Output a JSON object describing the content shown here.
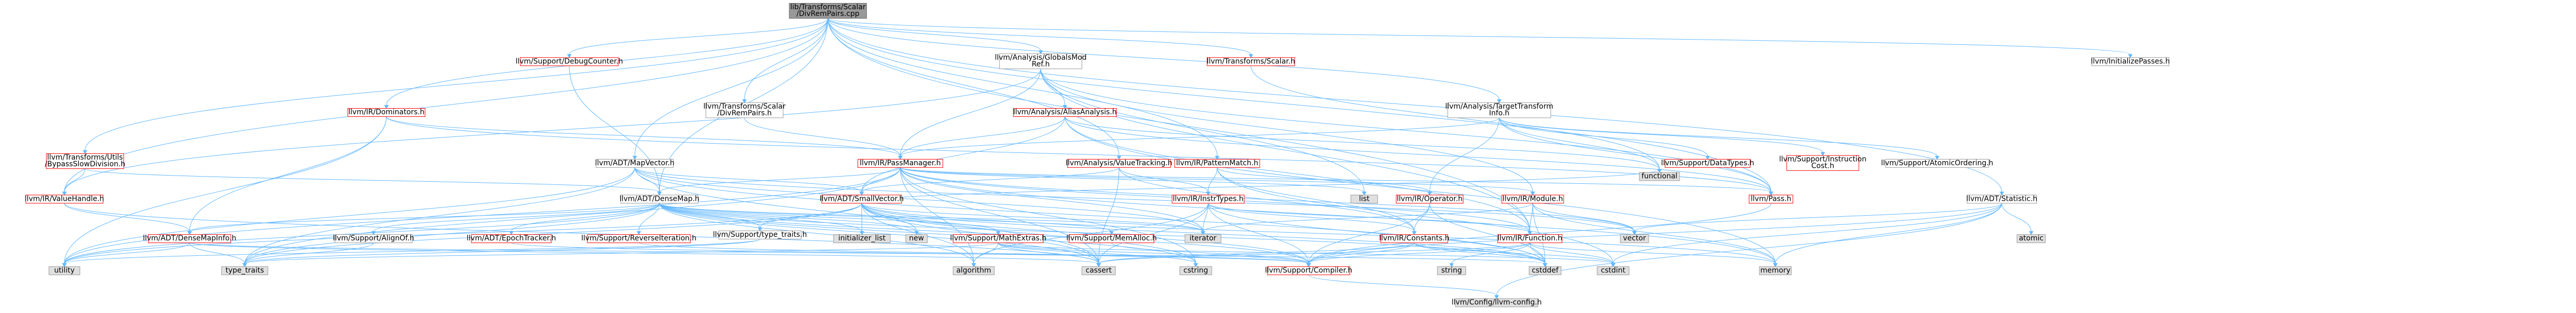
{
  "graph": {
    "root": "lib/Transforms/Scalar/DivRemPairs.cpp",
    "colors": {
      "edge": "#63b8ff",
      "root_fill": "#999999",
      "root_stroke": "#666666",
      "local_stroke": "#ff0000",
      "local_fill": "#ffffff",
      "external_stroke": "#999999",
      "external_fill": "#e0e0e0",
      "text": "#000000",
      "local_text": "#000000"
    },
    "nodes": [
      {
        "id": "root",
        "lines": [
          "lib/Transforms/Scalar",
          "/DivRemPairs.cpp"
        ],
        "kind": "root"
      },
      {
        "id": "llvm_analysis_globalsmodref",
        "lines": [
          "llvm/Analysis/GlobalsMod",
          "Ref.h"
        ],
        "kind": "plain"
      },
      {
        "id": "llvm_transforms_scalar_h",
        "lines": [
          "llvm/Transforms/Scalar.h"
        ],
        "kind": "local"
      },
      {
        "id": "llvm_initializepasses",
        "lines": [
          "llvm/InitializePasses.h"
        ],
        "kind": "plain"
      },
      {
        "id": "llvm_support_debugcounter",
        "lines": [
          "llvm/Support/DebugCounter.h"
        ],
        "kind": "local"
      },
      {
        "id": "llvm_ir_dominators",
        "lines": [
          "llvm/IR/Dominators.h"
        ],
        "kind": "local"
      },
      {
        "id": "llvm_transforms_scalar_divrempairs",
        "lines": [
          "llvm/Transforms/Scalar",
          "/DivRemPairs.h"
        ],
        "kind": "plain"
      },
      {
        "id": "llvm_analysis_aliasanalysis",
        "lines": [
          "llvm/Analysis/AliasAnalysis.h"
        ],
        "kind": "local"
      },
      {
        "id": "llvm_analysis_targettransforminfo",
        "lines": [
          "llvm/Analysis/TargetTransform",
          "Info.h"
        ],
        "kind": "plain"
      },
      {
        "id": "llvm_transforms_utils_bypass",
        "lines": [
          "llvm/Transforms/Utils",
          "/BypassSlowDivision.h"
        ],
        "kind": "local"
      },
      {
        "id": "llvm_adt_mapvector",
        "lines": [
          "llvm/ADT/MapVector.h"
        ],
        "kind": "plain"
      },
      {
        "id": "llvm_ir_passmanager",
        "lines": [
          "llvm/IR/PassManager.h"
        ],
        "kind": "local"
      },
      {
        "id": "llvm_ir_patternmatch",
        "lines": [
          "llvm/IR/PatternMatch.h"
        ],
        "kind": "local"
      },
      {
        "id": "llvm_analysis_valuetracking",
        "lines": [
          "llvm/Analysis/ValueTracking.h"
        ],
        "kind": "local"
      },
      {
        "id": "llvm_support_atomicordering",
        "lines": [
          "llvm/Support/AtomicOrdering.h"
        ],
        "kind": "plain"
      },
      {
        "id": "llvm_support_datatypes",
        "lines": [
          "llvm/Support/DataTypes.h"
        ],
        "kind": "local"
      },
      {
        "id": "llvm_support_instructioncost",
        "lines": [
          "llvm/Support/Instruction",
          "Cost.h"
        ],
        "kind": "local"
      },
      {
        "id": "functional",
        "lines": [
          "functional"
        ],
        "kind": "external"
      },
      {
        "id": "llvm_ir_valuehandle",
        "lines": [
          "llvm/IR/ValueHandle.h"
        ],
        "kind": "local"
      },
      {
        "id": "llvm_adt_densemap",
        "lines": [
          "llvm/ADT/DenseMap.h"
        ],
        "kind": "plain"
      },
      {
        "id": "llvm_adt_smallvector",
        "lines": [
          "llvm/ADT/SmallVector.h"
        ],
        "kind": "local"
      },
      {
        "id": "llvm_ir_instrtypes",
        "lines": [
          "llvm/IR/InstrTypes.h"
        ],
        "kind": "local"
      },
      {
        "id": "llvm_ir_operator",
        "lines": [
          "llvm/IR/Operator.h"
        ],
        "kind": "local"
      },
      {
        "id": "llvm_ir_module",
        "lines": [
          "llvm/IR/Module.h"
        ],
        "kind": "local"
      },
      {
        "id": "llvm_adt_statistic",
        "lines": [
          "llvm/ADT/Statistic.h"
        ],
        "kind": "plain"
      },
      {
        "id": "llvm_pass",
        "lines": [
          "llvm/Pass.h"
        ],
        "kind": "local"
      },
      {
        "id": "list",
        "lines": [
          "list"
        ],
        "kind": "external"
      },
      {
        "id": "llvm_adt_densemapinfo",
        "lines": [
          "llvm/ADT/DenseMapInfo.h"
        ],
        "kind": "local"
      },
      {
        "id": "llvm_support_alignof",
        "lines": [
          "llvm/Support/AlignOf.h"
        ],
        "kind": "plain"
      },
      {
        "id": "llvm_adt_epochtracker",
        "lines": [
          "llvm/ADT/EpochTracker.h"
        ],
        "kind": "local"
      },
      {
        "id": "llvm_support_reverseiteration",
        "lines": [
          "llvm/Support/ReverseIteration.h"
        ],
        "kind": "local"
      },
      {
        "id": "llvm_support_type_traits",
        "lines": [
          "llvm/Support/type_traits.h"
        ],
        "kind": "plain"
      },
      {
        "id": "initializer_list",
        "lines": [
          "initializer_list"
        ],
        "kind": "external"
      },
      {
        "id": "new",
        "lines": [
          "new"
        ],
        "kind": "external"
      },
      {
        "id": "llvm_support_mathextras",
        "lines": [
          "llvm/Support/MathExtras.h"
        ],
        "kind": "local"
      },
      {
        "id": "llvm_support_memalloc",
        "lines": [
          "llvm/Support/MemAlloc.h"
        ],
        "kind": "local"
      },
      {
        "id": "iterator",
        "lines": [
          "iterator"
        ],
        "kind": "external"
      },
      {
        "id": "llvm_ir_constants",
        "lines": [
          "llvm/IR/Constants.h"
        ],
        "kind": "local"
      },
      {
        "id": "llvm_ir_function",
        "lines": [
          "llvm/IR/Function.h"
        ],
        "kind": "local"
      },
      {
        "id": "vector",
        "lines": [
          "vector"
        ],
        "kind": "external"
      },
      {
        "id": "atomic",
        "lines": [
          "atomic"
        ],
        "kind": "external"
      },
      {
        "id": "memory",
        "lines": [
          "memory"
        ],
        "kind": "external"
      },
      {
        "id": "utility",
        "lines": [
          "utility"
        ],
        "kind": "external"
      },
      {
        "id": "type_traits",
        "lines": [
          "type_traits"
        ],
        "kind": "external"
      },
      {
        "id": "algorithm",
        "lines": [
          "algorithm"
        ],
        "kind": "external"
      },
      {
        "id": "cassert",
        "lines": [
          "cassert"
        ],
        "kind": "external"
      },
      {
        "id": "llvm_support_compiler",
        "lines": [
          "llvm/Support/Compiler.h"
        ],
        "kind": "local"
      },
      {
        "id": "cstring",
        "lines": [
          "cstring"
        ],
        "kind": "external"
      },
      {
        "id": "cstddef",
        "lines": [
          "cstddef"
        ],
        "kind": "external"
      },
      {
        "id": "llvm_config",
        "lines": [
          "llvm/Config/llvm-config.h"
        ],
        "kind": "external"
      }
    ],
    "edges": [
      [
        "root",
        "llvm_analysis_globalsmodref"
      ],
      [
        "root",
        "llvm_transforms_scalar_h"
      ],
      [
        "root",
        "llvm_initializepasses"
      ],
      [
        "root",
        "llvm_support_debugcounter"
      ],
      [
        "root",
        "llvm_ir_dominators"
      ],
      [
        "root",
        "llvm_transforms_scalar_divrempairs"
      ],
      [
        "root",
        "llvm_analysis_targettransforminfo"
      ],
      [
        "root",
        "llvm_transforms_utils_bypass"
      ],
      [
        "root",
        "llvm_adt_mapvector"
      ],
      [
        "root",
        "llvm_ir_patternmatch"
      ],
      [
        "root",
        "llvm_analysis_valuetracking"
      ],
      [
        "root",
        "llvm_adt_statistic"
      ],
      [
        "root",
        "llvm_ir_function"
      ],
      [
        "root",
        "llvm_ir_valuehandle"
      ],
      [
        "root",
        "llvm_adt_densemap"
      ],
      [
        "root",
        "llvm_pass"
      ],
      [
        "llvm_analysis_globalsmodref",
        "llvm_analysis_aliasanalysis"
      ],
      [
        "llvm_analysis_globalsmodref",
        "llvm_ir_function"
      ],
      [
        "llvm_analysis_globalsmodref",
        "llvm_ir_module"
      ],
      [
        "llvm_analysis_globalsmodref",
        "llvm_ir_passmanager"
      ],
      [
        "llvm_analysis_globalsmodref",
        "llvm_pass"
      ],
      [
        "llvm_analysis_globalsmodref",
        "list"
      ],
      [
        "llvm_analysis_globalsmodref",
        "llvm_ir_valuehandle"
      ],
      [
        "llvm_transforms_scalar_h",
        "functional"
      ],
      [
        "llvm_support_debugcounter",
        "llvm_adt_densemap"
      ],
      [
        "llvm_ir_dominators",
        "llvm_adt_densemapinfo"
      ],
      [
        "llvm_ir_dominators",
        "llvm_ir_passmanager"
      ],
      [
        "llvm_ir_dominators",
        "llvm_pass"
      ],
      [
        "llvm_ir_dominators",
        "utility"
      ],
      [
        "llvm_transforms_scalar_divrempairs",
        "llvm_ir_passmanager"
      ],
      [
        "llvm_analysis_aliasanalysis",
        "llvm_ir_passmanager"
      ],
      [
        "llvm_analysis_aliasanalysis",
        "llvm_pass"
      ],
      [
        "llvm_analysis_aliasanalysis",
        "functional"
      ],
      [
        "llvm_analysis_aliasanalysis",
        "memory"
      ],
      [
        "llvm_analysis_aliasanalysis",
        "llvm_adt_smallvector"
      ],
      [
        "llvm_analysis_aliasanalysis",
        "llvm_ir_function"
      ],
      [
        "llvm_analysis_targettransforminfo",
        "llvm_support_atomicordering"
      ],
      [
        "llvm_analysis_targettransforminfo",
        "llvm_support_datatypes"
      ],
      [
        "llvm_analysis_targettransforminfo",
        "llvm_support_instructioncost"
      ],
      [
        "llvm_analysis_targettransforminfo",
        "functional"
      ],
      [
        "llvm_analysis_targettransforminfo",
        "llvm_ir_passmanager"
      ],
      [
        "llvm_analysis_targettransforminfo",
        "llvm_pass"
      ],
      [
        "llvm_analysis_targettransforminfo",
        "llvm_ir_operator"
      ],
      [
        "llvm_transforms_utils_bypass",
        "llvm_adt_densemap"
      ],
      [
        "llvm_transforms_utils_bypass",
        "llvm_ir_valuehandle"
      ],
      [
        "llvm_adt_mapvector",
        "llvm_adt_densemap"
      ],
      [
        "llvm_adt_mapvector",
        "llvm_adt_smallvector"
      ],
      [
        "llvm_adt_mapvector",
        "cassert"
      ],
      [
        "llvm_adt_mapvector",
        "cstddef"
      ],
      [
        "llvm_adt_mapvector",
        "iterator"
      ],
      [
        "llvm_adt_mapvector",
        "type_traits"
      ],
      [
        "llvm_adt_mapvector",
        "utility"
      ],
      [
        "llvm_adt_mapvector",
        "vector"
      ],
      [
        "llvm_ir_passmanager",
        "llvm_adt_densemap"
      ],
      [
        "llvm_ir_passmanager",
        "llvm_adt_smallvector"
      ],
      [
        "llvm_ir_passmanager",
        "llvm_ir_function"
      ],
      [
        "llvm_ir_passmanager",
        "llvm_ir_module"
      ],
      [
        "llvm_ir_passmanager",
        "list"
      ],
      [
        "llvm_ir_passmanager",
        "memory"
      ],
      [
        "llvm_ir_passmanager",
        "iterator"
      ],
      [
        "llvm_ir_passmanager",
        "cassert"
      ],
      [
        "llvm_ir_passmanager",
        "cstring"
      ],
      [
        "llvm_ir_passmanager",
        "type_traits"
      ],
      [
        "llvm_ir_passmanager",
        "utility"
      ],
      [
        "llvm_ir_passmanager",
        "vector"
      ],
      [
        "llvm_ir_passmanager",
        "algorithm"
      ],
      [
        "llvm_ir_passmanager",
        "llvm_pass"
      ],
      [
        "llvm_ir_patternmatch",
        "llvm_ir_constants"
      ],
      [
        "llvm_ir_patternmatch",
        "llvm_ir_instrtypes"
      ],
      [
        "llvm_ir_patternmatch",
        "llvm_ir_operator"
      ],
      [
        "llvm_ir_patternmatch",
        "cstdint"
      ],
      [
        "llvm_analysis_valuetracking",
        "llvm_adt_smallvector"
      ],
      [
        "llvm_analysis_valuetracking",
        "llvm_ir_constants"
      ],
      [
        "llvm_analysis_valuetracking",
        "llvm_ir_instrtypes"
      ],
      [
        "llvm_analysis_valuetracking",
        "cassert"
      ],
      [
        "llvm_ir_valuehandle",
        "llvm_adt_densemapinfo"
      ],
      [
        "llvm_ir_valuehandle",
        "cassert"
      ],
      [
        "llvm_adt_densemap",
        "llvm_adt_densemapinfo"
      ],
      [
        "llvm_adt_densemap",
        "llvm_adt_epochtracker"
      ],
      [
        "llvm_adt_densemap",
        "llvm_support_alignof"
      ],
      [
        "llvm_adt_densemap",
        "llvm_support_compiler"
      ],
      [
        "llvm_adt_densemap",
        "llvm_support_mathextras"
      ],
      [
        "llvm_adt_densemap",
        "llvm_support_memalloc"
      ],
      [
        "llvm_adt_densemap",
        "llvm_support_reverseiteration"
      ],
      [
        "llvm_adt_densemap",
        "llvm_support_type_traits"
      ],
      [
        "llvm_adt_densemap",
        "algorithm"
      ],
      [
        "llvm_adt_densemap",
        "cassert"
      ],
      [
        "llvm_adt_densemap",
        "cstddef"
      ],
      [
        "llvm_adt_densemap",
        "cstring"
      ],
      [
        "llvm_adt_densemap",
        "initializer_list"
      ],
      [
        "llvm_adt_densemap",
        "iterator"
      ],
      [
        "llvm_adt_densemap",
        "new"
      ],
      [
        "llvm_adt_densemap",
        "type_traits"
      ],
      [
        "llvm_adt_densemap",
        "utility"
      ],
      [
        "llvm_adt_smallvector",
        "llvm_support_compiler"
      ],
      [
        "llvm_adt_smallvector",
        "llvm_support_type_traits"
      ],
      [
        "llvm_adt_smallvector",
        "algorithm"
      ],
      [
        "llvm_adt_smallvector",
        "cassert"
      ],
      [
        "llvm_adt_smallvector",
        "cstddef"
      ],
      [
        "llvm_adt_smallvector",
        "cstring"
      ],
      [
        "llvm_adt_smallvector",
        "functional"
      ],
      [
        "llvm_adt_smallvector",
        "initializer_list"
      ],
      [
        "llvm_adt_smallvector",
        "iterator"
      ],
      [
        "llvm_adt_smallvector",
        "memory"
      ],
      [
        "llvm_adt_smallvector",
        "new"
      ],
      [
        "llvm_adt_smallvector",
        "type_traits"
      ],
      [
        "llvm_adt_smallvector",
        "utility"
      ],
      [
        "llvm_ir_instrtypes",
        "llvm_ir_constants"
      ],
      [
        "llvm_ir_instrtypes",
        "llvm_ir_function"
      ],
      [
        "llvm_ir_instrtypes",
        "algorithm"
      ],
      [
        "llvm_ir_instrtypes",
        "cassert"
      ],
      [
        "llvm_ir_instrtypes",
        "cstddef"
      ],
      [
        "llvm_ir_instrtypes",
        "iterator"
      ],
      [
        "llvm_ir_instrtypes",
        "llvm_support_compiler"
      ],
      [
        "llvm_ir_operator",
        "llvm_ir_constants"
      ],
      [
        "llvm_ir_operator",
        "llvm_support_compiler"
      ],
      [
        "llvm_ir_operator",
        "cstddef"
      ],
      [
        "llvm_ir_module",
        "llvm_ir_function"
      ],
      [
        "llvm_ir_module",
        "memory"
      ],
      [
        "llvm_ir_module",
        "vector"
      ],
      [
        "llvm_ir_module",
        "cstddef"
      ],
      [
        "llvm_ir_module",
        "iterator"
      ],
      [
        "llvm_adt_statistic",
        "llvm_support_compiler"
      ],
      [
        "llvm_adt_statistic",
        "atomic"
      ],
      [
        "llvm_adt_statistic",
        "memory"
      ],
      [
        "llvm_adt_statistic",
        "vector"
      ],
      [
        "llvm_adt_statistic",
        "cstdint"
      ],
      [
        "llvm_adt_statistic",
        "llvm_config"
      ],
      [
        "llvm_pass",
        "llvm_support_compiler"
      ],
      [
        "llvm_adt_densemapinfo",
        "cassert"
      ],
      [
        "llvm_adt_densemapinfo",
        "cstddef"
      ],
      [
        "llvm_adt_densemapinfo",
        "utility"
      ],
      [
        "llvm_adt_densemapinfo",
        "type_traits"
      ],
      [
        "llvm_support_alignof",
        "type_traits"
      ],
      [
        "llvm_adt_epochtracker",
        "llvm_support_compiler"
      ],
      [
        "llvm_support_reverseiteration",
        "llvm_support_compiler"
      ],
      [
        "llvm_support_type_traits",
        "type_traits"
      ],
      [
        "llvm_support_type_traits",
        "utility"
      ],
      [
        "llvm_support_mathextras",
        "llvm_support_compiler"
      ],
      [
        "llvm_support_mathextras",
        "cassert"
      ],
      [
        "llvm_support_mathextras",
        "cstring"
      ],
      [
        "llvm_support_mathextras",
        "type_traits"
      ],
      [
        "llvm_support_mathextras",
        "algorithm"
      ],
      [
        "llvm_support_mathextras",
        "cstdint"
      ],
      [
        "llvm_support_memalloc",
        "llvm_support_compiler"
      ],
      [
        "llvm_ir_constants",
        "llvm_support_compiler"
      ],
      [
        "llvm_ir_constants",
        "cassert"
      ],
      [
        "llvm_ir_constants",
        "cstddef"
      ],
      [
        "llvm_ir_constants",
        "cstdint"
      ],
      [
        "llvm_ir_function",
        "llvm_support_compiler"
      ],
      [
        "llvm_ir_function",
        "cassert"
      ],
      [
        "llvm_ir_function",
        "cstddef"
      ],
      [
        "llvm_ir_function",
        "cstdint"
      ],
      [
        "llvm_ir_function",
        "memory"
      ],
      [
        "llvm_ir_function",
        "string"
      ],
      [
        "llvm_support_compiler",
        "llvm_config"
      ]
    ],
    "extra_nodes": [
      {
        "id": "cstdint",
        "lines": [
          "cstdint"
        ],
        "kind": "external"
      },
      {
        "id": "string",
        "lines": [
          "string"
        ],
        "kind": "external"
      }
    ]
  }
}
